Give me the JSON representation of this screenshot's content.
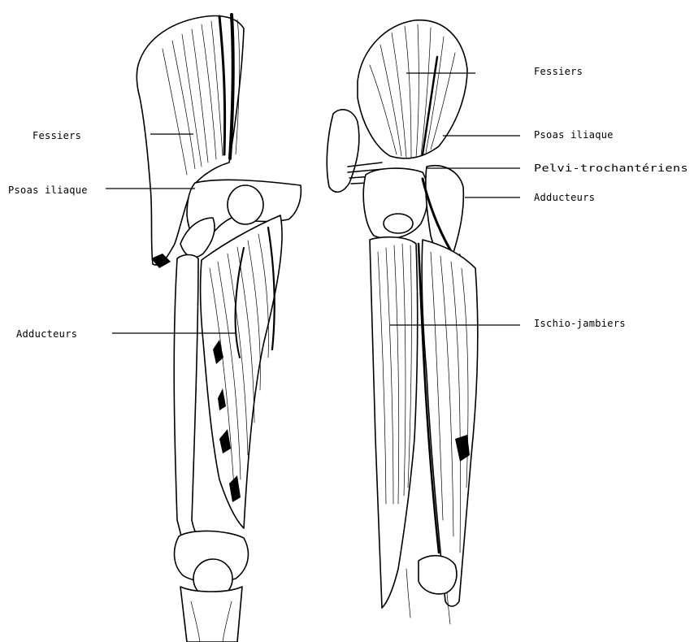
{
  "labels": {
    "left": {
      "fessiers": "Fessiers",
      "psoas": "Psoas iliaque",
      "adducteurs": "Adducteurs"
    },
    "right": {
      "fessiers": "Fessiers",
      "psoas": "Psoas iliaque",
      "pelvi": "Pelvi-trochantériens",
      "adducteurs": "Adducteurs",
      "ischio": "Ischio-jambiers"
    }
  },
  "figures": {
    "left": "anterior-thigh-illustration",
    "right": "posterior-thigh-illustration"
  },
  "colors": {
    "ink": "#000000",
    "background": "#ffffff"
  }
}
